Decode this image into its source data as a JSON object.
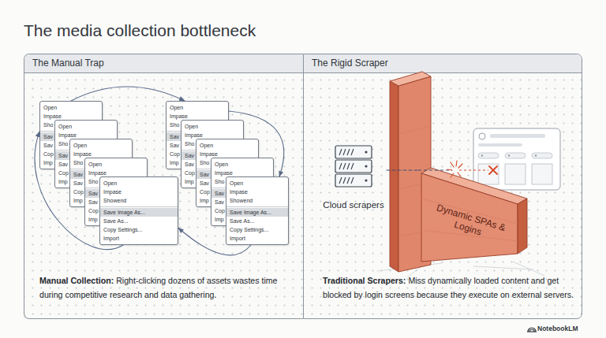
{
  "diagram": {
    "title": "The media collection bottleneck",
    "nodes": [
      {
        "text": [
          "The Manual Trap",
          "Manual Collection:",
          "Right-clicking dozens of assets wastes time during competitive research and data gathering."
        ]
      },
      {
        "text": [
          "The Rigid Scraper",
          "Traditional Scrapers:",
          "Miss dynamically loaded content and get blocked by login screens because they execute on external servers."
        ]
      },
      {
        "text": [
          "Open",
          "Impase",
          "Sho",
          "Sav",
          "Sav",
          "Cop",
          "Imp"
        ],
        "in": 0
      },
      {
        "text": [
          "Open",
          "Impase",
          "Sho",
          "Sav",
          "Sav",
          "Cop",
          "Imp"
        ],
        "in": 0
      },
      {
        "text": [
          "Open",
          "Impase",
          "Sho",
          "Sav",
          "Sav",
          "Cop",
          "Imp"
        ],
        "in": 0
      },
      {
        "text": [
          "Open",
          "Impase",
          "Sho",
          "Sav",
          "Sav",
          "Cop",
          "Imp"
        ],
        "in": 0
      },
      {
        "text": [
          "Open",
          "Impase",
          "Showend",
          "Save Image As...",
          "Save As...",
          "Copy Settings...",
          "Import"
        ],
        "in": 0
      },
      {
        "text": [
          "Open",
          "Impase",
          "Sho",
          "Sav",
          "Sav",
          "Cop",
          "Imp"
        ],
        "in": 0
      },
      {
        "text": [
          "Open",
          "Impase",
          "Sho",
          "Sav",
          "Sav",
          "Cop",
          "Imp"
        ],
        "in": 0
      },
      {
        "text": [
          "Open",
          "Impase",
          "Sho",
          "Sav",
          "Sav",
          "Cop",
          "Imp"
        ],
        "in": 0
      },
      {
        "text": [
          "Open",
          "Impase",
          "Sho",
          "Sav",
          "Sav",
          "Cop",
          "Imp"
        ],
        "in": 0
      },
      {
        "text": [
          "Open",
          "Impase",
          "Showend",
          "Save Image As...",
          "Save As...",
          "Copy Settings...",
          "Import"
        ],
        "in": 0
      },
      {
        "text": [
          "Cloud scrapers"
        ],
        "in": 1
      },
      {
        "text": [
          "Dynamic SPAs & Logins"
        ],
        "in": 1
      }
    ],
    "edges": [
      {
        "from": 2,
        "to": 7,
        "arrow": "to"
      },
      {
        "from": 7,
        "to": 11,
        "arrow": "to"
      },
      {
        "from": 11,
        "to": 6,
        "arrow": "to"
      },
      {
        "from": 6,
        "to": 2,
        "arrow": "to"
      },
      {
        "from": 12,
        "to": 13,
        "arrow": "none"
      }
    ],
    "labels": [
      "NotebookLM"
    ]
  }
}
